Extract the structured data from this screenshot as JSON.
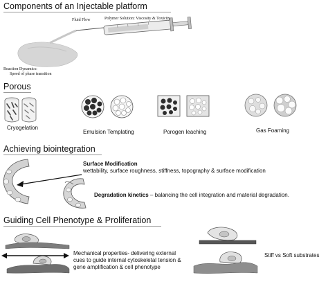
{
  "sections": {
    "components_heading": "Components of an Injectable platform",
    "porous_heading": "Porous",
    "biointegration_heading": "Achieving biointegration",
    "phenotype_heading": "Guiding Cell Phenotype & Proliferation"
  },
  "injectable": {
    "fluid_flow": "Fluid Flow",
    "polymer_solution": "Polymer Solution: Viscosity & Toxicity",
    "reaction_dynamics_1": "Reaction Dynamics:",
    "reaction_dynamics_2": "Speed of phase transition"
  },
  "porous": {
    "cryogelation": "Cryogelation",
    "emulsion": "Emulsion Templating",
    "porogen": "Porogen leaching",
    "gas_foaming": "Gas Foaming"
  },
  "biointegration": {
    "surface_title": "Surface Modification",
    "surface_desc": "wettability, surface roughness, stiffness, topography & surface modification",
    "degradation_title": "Degradation kinetics",
    "degradation_desc": " – balancing the cell integration and material degradation."
  },
  "phenotype": {
    "mech_line1": "Mechanical properties- delivering external",
    "mech_line2": "cues to guide internal cytoskeletal tension &",
    "mech_line3": "gene amplification & cell phenotype",
    "stiff_soft": "Stiff vs Soft substrates"
  }
}
